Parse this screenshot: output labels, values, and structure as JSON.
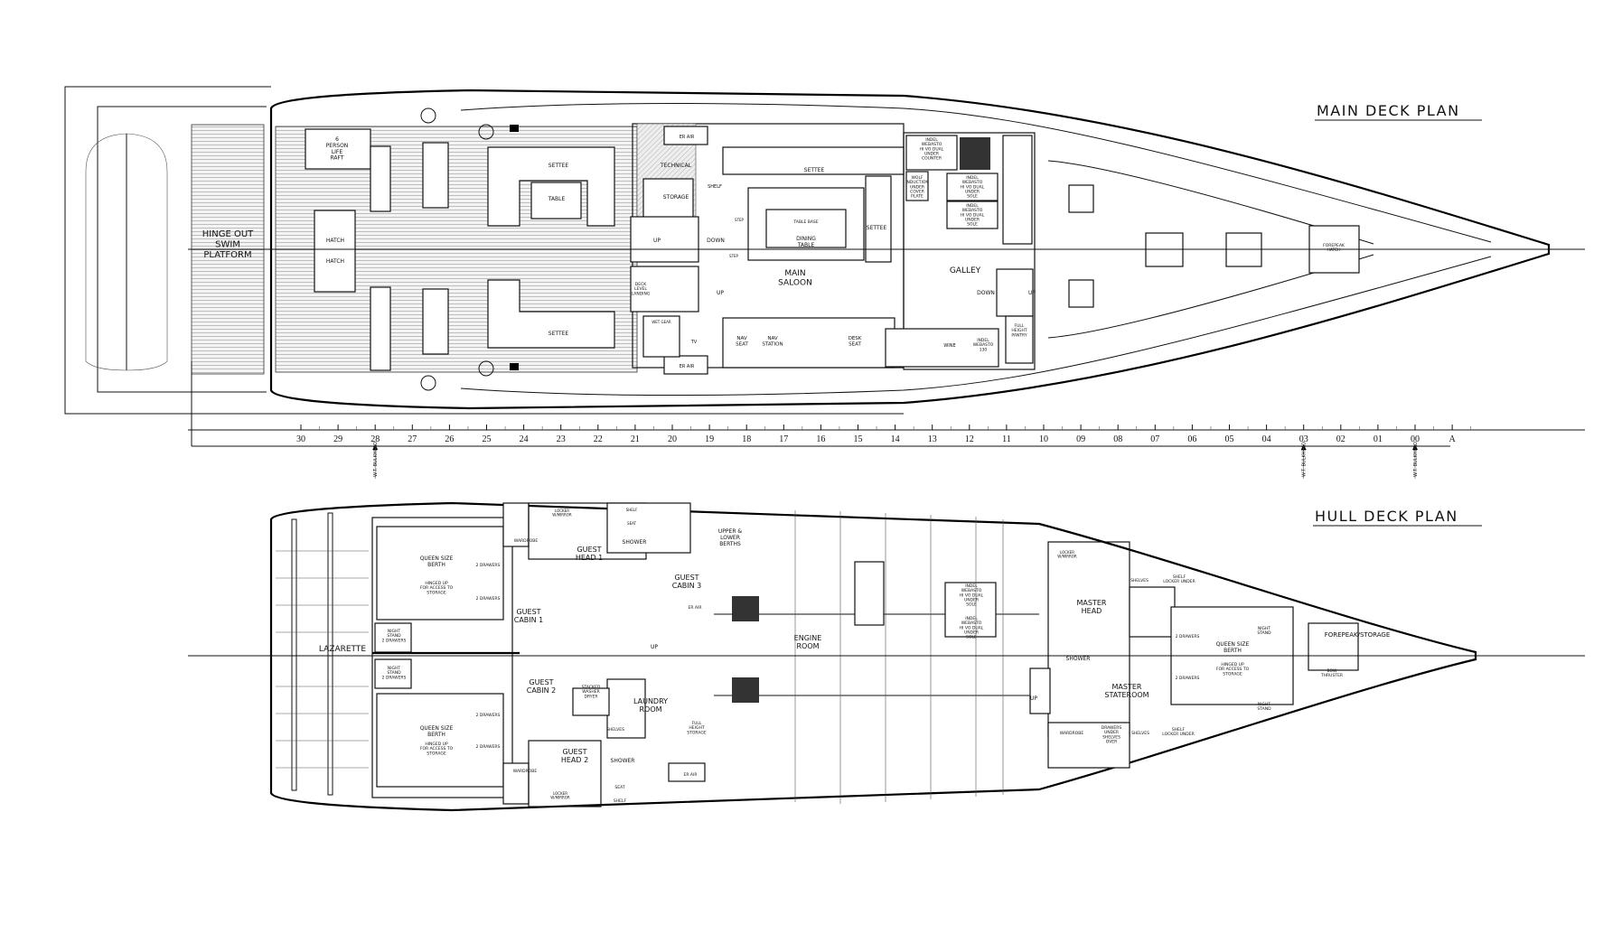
{
  "main_deck": {
    "title": "MAIN DECK PLAN",
    "labels": [
      {
        "id": "swim-platform",
        "lines": [
          "HINGE OUT",
          "SWIM",
          "PLATFORM"
        ]
      },
      {
        "id": "life-raft",
        "lines": [
          "6",
          "PERSON",
          "LIFE",
          "RAFT"
        ]
      },
      {
        "id": "hatch-1",
        "lines": [
          "HATCH"
        ]
      },
      {
        "id": "hatch-2",
        "lines": [
          "HATCH"
        ]
      },
      {
        "id": "settee-cockpit-stbd",
        "lines": [
          "SETTEE"
        ]
      },
      {
        "id": "table-cockpit",
        "lines": [
          "TABLE"
        ]
      },
      {
        "id": "settee-cockpit-port",
        "lines": [
          "SETTEE"
        ]
      },
      {
        "id": "technical",
        "lines": [
          "TECHNICAL"
        ]
      },
      {
        "id": "storage",
        "lines": [
          "STORAGE"
        ]
      },
      {
        "id": "shelf",
        "lines": [
          "SHELF"
        ]
      },
      {
        "id": "er-air-top",
        "lines": [
          "ER AIR"
        ]
      },
      {
        "id": "er-air-bottom",
        "lines": [
          "ER AIR"
        ]
      },
      {
        "id": "stair-up",
        "lines": [
          "UP"
        ]
      },
      {
        "id": "stair-down",
        "lines": [
          "DOWN"
        ]
      },
      {
        "id": "stair-up-2",
        "lines": [
          "UP"
        ]
      },
      {
        "id": "deck-level-landing",
        "lines": [
          "DECK",
          "LEVEL",
          "LANDING"
        ]
      },
      {
        "id": "wet-gear",
        "lines": [
          "WET GEAR"
        ]
      },
      {
        "id": "tv",
        "lines": [
          "TV"
        ]
      },
      {
        "id": "nav-seat",
        "lines": [
          "NAV",
          "SEAT"
        ]
      },
      {
        "id": "nav-station",
        "lines": [
          "NAV",
          "STATION"
        ]
      },
      {
        "id": "desk-seat",
        "lines": [
          "DESK",
          "SEAT"
        ]
      },
      {
        "id": "settee-saloon",
        "lines": [
          "SETTEE"
        ]
      },
      {
        "id": "settee-saloon-fwd",
        "lines": [
          "SETTEE"
        ]
      },
      {
        "id": "table-base",
        "lines": [
          "TABLE BASE"
        ]
      },
      {
        "id": "dining-table",
        "lines": [
          "DINING",
          "TABLE"
        ]
      },
      {
        "id": "main-saloon",
        "lines": [
          "MAIN",
          "SALOON"
        ]
      },
      {
        "id": "step-1",
        "lines": [
          "STEP"
        ]
      },
      {
        "id": "step-2",
        "lines": [
          "STEP"
        ]
      },
      {
        "id": "galley",
        "lines": [
          "GALLEY"
        ]
      },
      {
        "id": "galley-down",
        "lines": [
          "DOWN"
        ]
      },
      {
        "id": "galley-up",
        "lines": [
          "UP"
        ]
      },
      {
        "id": "fridge-counter",
        "lines": [
          "INDEL",
          "WEBASTO",
          "HI VO DUAL",
          "UNDER",
          "COUNTER"
        ]
      },
      {
        "id": "wolf-induction",
        "lines": [
          "WOLF",
          "INDUCTION",
          "UNDER",
          "COVER",
          "PLATE"
        ]
      },
      {
        "id": "fridge-sole-1",
        "lines": [
          "INDEL",
          "WEBASTO",
          "HI VO DUAL",
          "UNDER",
          "SOLE"
        ]
      },
      {
        "id": "fridge-sole-2",
        "lines": [
          "INDEL",
          "WEBASTO",
          "HI VO DUAL",
          "UNDER",
          "SOLE"
        ]
      },
      {
        "id": "wine",
        "lines": [
          "WINE"
        ]
      },
      {
        "id": "fridge-130",
        "lines": [
          "INDEL",
          "WEBASTO",
          "130"
        ]
      },
      {
        "id": "full-height-pantry",
        "lines": [
          "FULL",
          "HEIGHT",
          "PANTRY"
        ]
      },
      {
        "id": "forepeak-hatch",
        "lines": [
          "FOREPEAK",
          "HATCH"
        ]
      }
    ]
  },
  "scale_bar": {
    "stations": [
      "30",
      "29",
      "28",
      "27",
      "26",
      "25",
      "24",
      "23",
      "22",
      "21",
      "20",
      "19",
      "18",
      "17",
      "16",
      "15",
      "14",
      "13",
      "12",
      "11",
      "10",
      "09",
      "08",
      "07",
      "06",
      "05",
      "04",
      "03",
      "02",
      "01",
      "00",
      "A"
    ],
    "bulkhead_label": "W.T. BULKHEAD",
    "bulkhead_stations": [
      "28",
      "03",
      "00"
    ]
  },
  "hull_deck": {
    "title": "HULL DECK PLAN",
    "labels": [
      {
        "id": "lazarette",
        "lines": [
          "LAZARETTE"
        ]
      },
      {
        "id": "queen-berth-1",
        "lines": [
          "QUEEN SIZE",
          "BERTH"
        ]
      },
      {
        "id": "hinged-1",
        "lines": [
          "HINGED UP",
          "FOR ACCESS TO",
          "STORAGE"
        ]
      },
      {
        "id": "drawers-1a",
        "lines": [
          "2 DRAWERS"
        ]
      },
      {
        "id": "drawers-1b",
        "lines": [
          "2 DRAWERS"
        ]
      },
      {
        "id": "wardrobe-1",
        "lines": [
          "WARDROBE"
        ]
      },
      {
        "id": "guest-cabin-1",
        "lines": [
          "GUEST",
          "CABIN 1"
        ]
      },
      {
        "id": "guest-head-1",
        "lines": [
          "GUEST",
          "HEAD 1"
        ]
      },
      {
        "id": "shower-1",
        "lines": [
          "SHOWER"
        ]
      },
      {
        "id": "locker-mirror-1",
        "lines": [
          "LOCKER",
          "W/MIRROR"
        ]
      },
      {
        "id": "seat-1",
        "lines": [
          "SEAT"
        ]
      },
      {
        "id": "shelf-1",
        "lines": [
          "SHELF"
        ]
      },
      {
        "id": "upper-lower-berths",
        "lines": [
          "UPPER &",
          "LOWER",
          "BERTHS"
        ]
      },
      {
        "id": "guest-cabin-3",
        "lines": [
          "GUEST",
          "CABIN 3"
        ]
      },
      {
        "id": "night-stand-1",
        "lines": [
          "NIGHT",
          "STAND",
          "2 DRAWERS"
        ]
      },
      {
        "id": "night-stand-2",
        "lines": [
          "NIGHT",
          "STAND",
          "2 DRAWERS"
        ]
      },
      {
        "id": "er-air-1",
        "lines": [
          "ER AIR"
        ]
      },
      {
        "id": "hull-up-1",
        "lines": [
          "UP"
        ]
      },
      {
        "id": "engine-room",
        "lines": [
          "ENGINE",
          "ROOM"
        ]
      },
      {
        "id": "guest-cabin-2",
        "lines": [
          "GUEST",
          "CABIN 2"
        ]
      },
      {
        "id": "stacked-washer",
        "lines": [
          "STACKED",
          "WASHER",
          "DRYER"
        ]
      },
      {
        "id": "laundry-room",
        "lines": [
          "LAUNDRY",
          "ROOM"
        ]
      },
      {
        "id": "queen-berth-2",
        "lines": [
          "QUEEN SIZE",
          "BERTH"
        ]
      },
      {
        "id": "hinged-2",
        "lines": [
          "HINGED UP",
          "FOR ACCESS TO",
          "STORAGE"
        ]
      },
      {
        "id": "drawers-2a",
        "lines": [
          "2 DRAWERS"
        ]
      },
      {
        "id": "drawers-2b",
        "lines": [
          "2 DRAWERS"
        ]
      },
      {
        "id": "wardrobe-2",
        "lines": [
          "WARDROBE"
        ]
      },
      {
        "id": "guest-head-2",
        "lines": [
          "GUEST",
          "HEAD 2"
        ]
      },
      {
        "id": "shower-2",
        "lines": [
          "SHOWER"
        ]
      },
      {
        "id": "shelves-laundry",
        "lines": [
          "SHELVES"
        ]
      },
      {
        "id": "full-height-storage",
        "lines": [
          "FULL",
          "HEIGHT",
          "STORAGE"
        ]
      },
      {
        "id": "er-air-2",
        "lines": [
          "ER AIR"
        ]
      },
      {
        "id": "seat-2",
        "lines": [
          "SEAT"
        ]
      },
      {
        "id": "shelf-2",
        "lines": [
          "SHELF"
        ]
      },
      {
        "id": "locker-mirror-2",
        "lines": [
          "LOCKER",
          "W/MIRROR"
        ]
      },
      {
        "id": "fridge-hull-1",
        "lines": [
          "INDEL",
          "WEBASTO",
          "HI VO DUAL",
          "UNDER",
          "SOLE"
        ]
      },
      {
        "id": "fridge-hull-2",
        "lines": [
          "INDEL",
          "WEBASTO",
          "HI VO DUAL",
          "UNDER",
          "SOLE"
        ]
      },
      {
        "id": "locker-mirror-master",
        "lines": [
          "LOCKER",
          "W/MIRROR"
        ]
      },
      {
        "id": "master-head",
        "lines": [
          "MASTER",
          "HEAD"
        ]
      },
      {
        "id": "shelves-master-top",
        "lines": [
          "SHELVES"
        ]
      },
      {
        "id": "shelf-locker-top",
        "lines": [
          "SHELF",
          "LOCKER UNDER"
        ]
      },
      {
        "id": "night-stand-master-top",
        "lines": [
          "NIGHT",
          "STAND"
        ]
      },
      {
        "id": "queen-berth-master",
        "lines": [
          "QUEEN SIZE",
          "BERTH"
        ]
      },
      {
        "id": "hinged-master",
        "lines": [
          "HINGED UP",
          "FOR ACCESS TO",
          "STORAGE"
        ]
      },
      {
        "id": "drawers-master-a",
        "lines": [
          "2 DRAWERS"
        ]
      },
      {
        "id": "drawers-master-b",
        "lines": [
          "2 DRAWERS"
        ]
      },
      {
        "id": "shower-master",
        "lines": [
          "SHOWER"
        ]
      },
      {
        "id": "master-stateroom",
        "lines": [
          "MASTER",
          "STATEROOM"
        ]
      },
      {
        "id": "hull-up-2",
        "lines": [
          "UP"
        ]
      },
      {
        "id": "wardrobe-master",
        "lines": [
          "WARDROBE"
        ]
      },
      {
        "id": "drawers-under",
        "lines": [
          "DRAWERS",
          "UNDER",
          "SHELVES",
          "OVER"
        ]
      },
      {
        "id": "shelves-master-bottom",
        "lines": [
          "SHELVES"
        ]
      },
      {
        "id": "shelf-locker-bottom",
        "lines": [
          "SHELF",
          "LOCKER UNDER"
        ]
      },
      {
        "id": "night-stand-master-bottom",
        "lines": [
          "NIGHT",
          "STAND"
        ]
      },
      {
        "id": "forepeak-storage",
        "lines": [
          "FOREPEAK/STORAGE"
        ]
      },
      {
        "id": "bow-thruster",
        "lines": [
          "BOW",
          "THRUSTER"
        ]
      }
    ]
  }
}
